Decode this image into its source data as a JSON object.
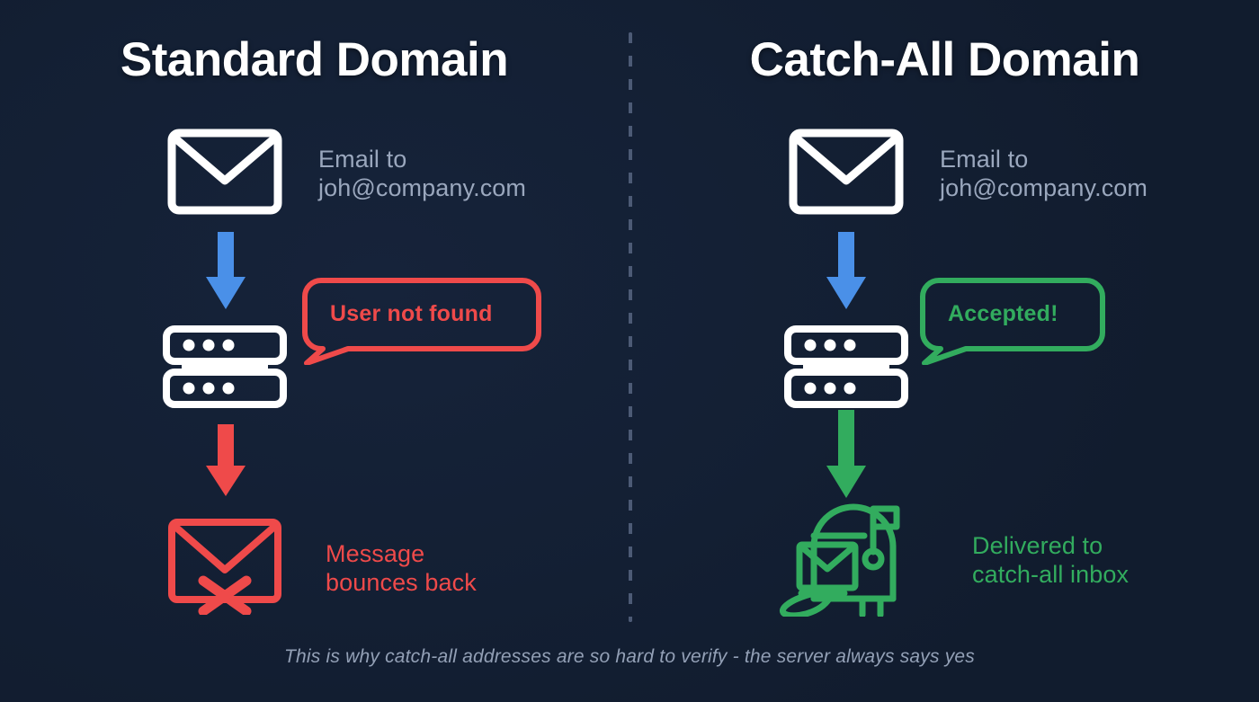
{
  "background": {
    "color": "#131f33",
    "divider_color": "#4c5a75"
  },
  "palette": {
    "white": "#ffffff",
    "muted_text": "#9aa7bd",
    "blue_arrow": "#4a90e8",
    "red": "#ef4a4a",
    "green": "#32ac5e",
    "footer_text": "#93a0b6"
  },
  "columns": {
    "left": {
      "title": "Standard Domain",
      "steps": [
        {
          "icon": "envelope-icon",
          "icon_color": "#ffffff",
          "label": "Email to\njoh@company.com",
          "label_color": "#9aa7bd"
        },
        {
          "icon": "server-icon",
          "icon_color": "#ffffff",
          "bubble": "User not found",
          "bubble_color": "#ef4a4a"
        },
        {
          "icon": "envelope-x-icon",
          "icon_color": "#ef4a4a",
          "label": "Message\nbounces back",
          "label_color": "#ef4a4a"
        }
      ],
      "arrows": [
        {
          "name": "arrow-down-blue",
          "color": "#4a90e8"
        },
        {
          "name": "arrow-down-red",
          "color": "#ef4a4a"
        }
      ]
    },
    "right": {
      "title": "Catch-All Domain",
      "steps": [
        {
          "icon": "envelope-icon",
          "icon_color": "#ffffff",
          "label": "Email to\njoh@company.com",
          "label_color": "#9aa7bd"
        },
        {
          "icon": "server-icon",
          "icon_color": "#ffffff",
          "bubble": "Accepted!",
          "bubble_color": "#32ac5e"
        },
        {
          "icon": "mailbox-icon",
          "icon_color": "#32ac5e",
          "label": "Delivered to\ncatch-all inbox",
          "label_color": "#32ac5e"
        }
      ],
      "arrows": [
        {
          "name": "arrow-down-blue",
          "color": "#4a90e8"
        },
        {
          "name": "arrow-down-green",
          "color": "#32ac5e"
        }
      ]
    }
  },
  "footer": {
    "caption": "This is why catch-all addresses are so hard to verify - the server always says yes"
  }
}
